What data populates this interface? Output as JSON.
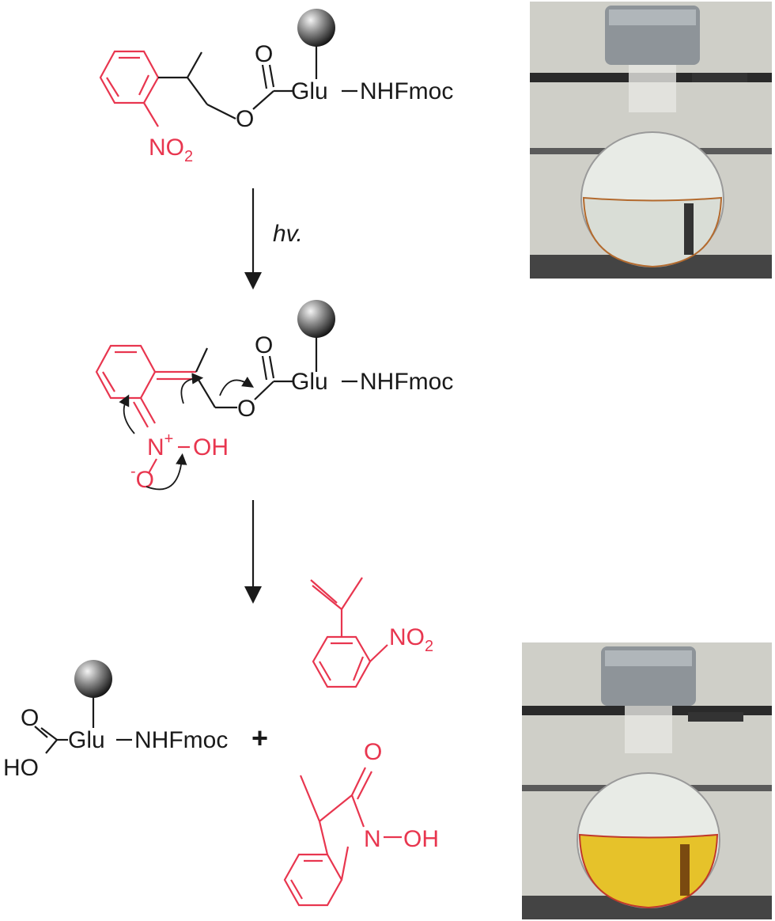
{
  "colors": {
    "black": "#1a1a1a",
    "red": "#e8364f",
    "bead_light": "#f4f4f4",
    "bead_dark": "#101010",
    "liquid_clear": "#d9ddd6",
    "liquid_yellow": "#e6c22a",
    "clamp": "#8e9499",
    "wall": "#cfcfc8"
  },
  "labels": {
    "glu": "Glu",
    "nhfmoc": "NHFmoc",
    "o": "O",
    "oxy_ring": "O",
    "no": "NO",
    "sub2": "2",
    "n": "N",
    "plus_sup": "+",
    "oh": "OH",
    "minus_sup": "-",
    "ho": "HO",
    "n_oh_n": "N",
    "n_oh_oh": "OH",
    "hv": "hv.",
    "plus": "+"
  },
  "photos": [
    {
      "label": "flask-before",
      "liquid": "clear"
    },
    {
      "label": "flask-after",
      "liquid": "yellow"
    }
  ]
}
